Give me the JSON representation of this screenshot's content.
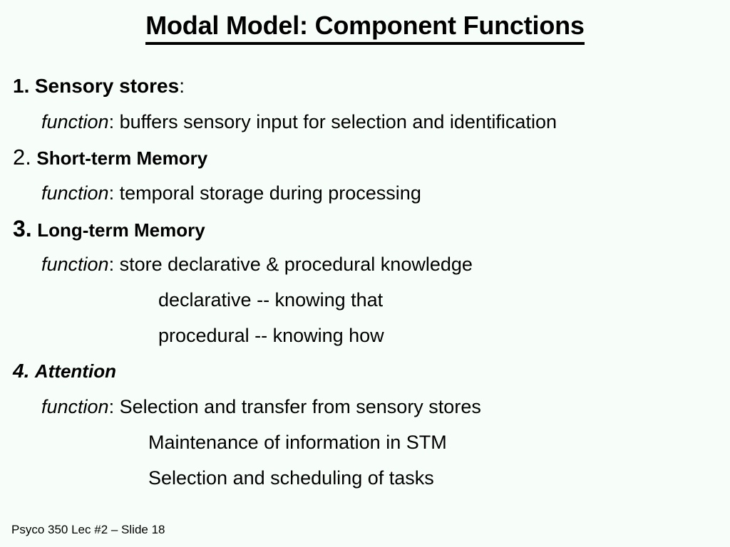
{
  "slide": {
    "title": "Modal Model: Component Functions",
    "background_color": "#f7fdf8",
    "text_color": "#000000",
    "items": [
      {
        "number": "1.",
        "heading": "Sensory stores",
        "trailing": ":",
        "function_label": "function",
        "function_separator": ":",
        "function_text": "buffers sensory input for selection and identification"
      },
      {
        "number": "2.",
        "heading": "Short-term Memory",
        "trailing": "",
        "function_label": "function",
        "function_separator": ":",
        "function_text": "temporal storage during processing"
      },
      {
        "number": "3.",
        "heading": "Long-term Memory",
        "trailing": "",
        "function_label": "function",
        "function_separator": ":",
        "function_text": "store declarative & procedural knowledge",
        "sub_lines": [
          "declarative -- knowing that",
          "procedural -- knowing how"
        ]
      },
      {
        "number": "4.",
        "heading": "Attention",
        "trailing": "",
        "function_label": "function",
        "function_separator": ":",
        "function_text": "Selection and transfer from sensory stores",
        "sub_lines": [
          "Maintenance of information in STM",
          "Selection and scheduling of tasks"
        ]
      }
    ],
    "footer": "Psyco 350 Lec #2 – Slide 18"
  }
}
